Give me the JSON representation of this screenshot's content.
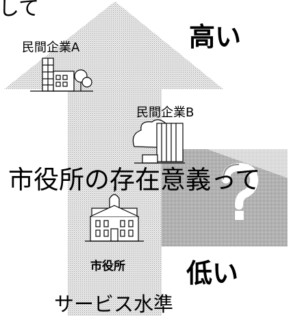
{
  "title_fragment": "して",
  "labels": {
    "company_a": "民間企業A",
    "company_b": "民間企業B",
    "city_hall": "市役所",
    "high": "高い",
    "low": "低い",
    "question": "市役所の存在意義って",
    "axis": "サービス水準"
  },
  "icons": {
    "company_a": "office-building-icon",
    "company_b": "corporate-tower-icon",
    "city_hall": "city-hall-icon",
    "question": "question-mark-icon"
  },
  "colors": {
    "arrow_fill": "#d8d8d8",
    "question_box": "#b8b8b8",
    "text": "#000000"
  }
}
